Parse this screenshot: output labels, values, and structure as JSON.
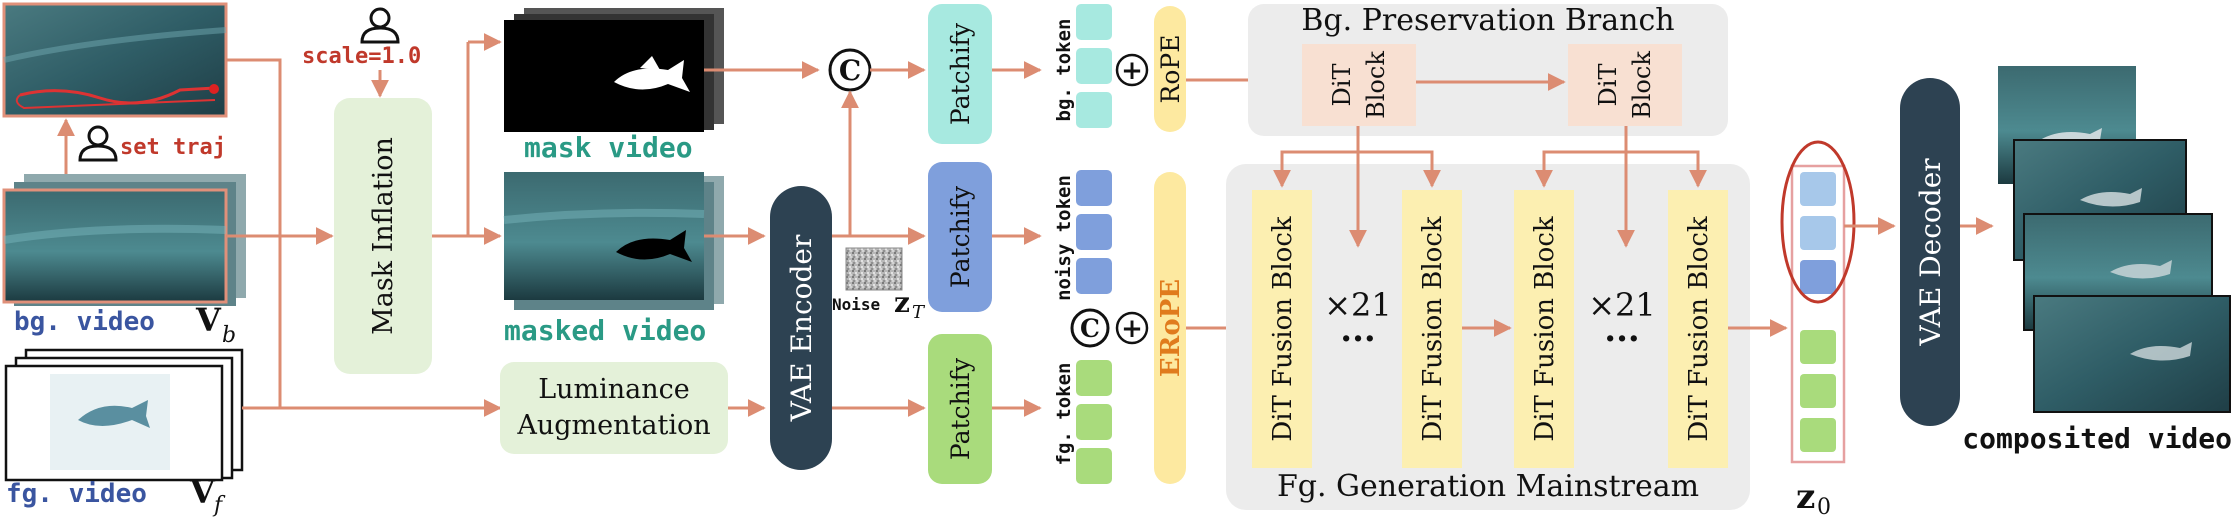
{
  "labels": {
    "bg_video": "bg. video",
    "fg_video": "fg. video",
    "vb_main": "V",
    "vb_sub": "b",
    "vf_main": "V",
    "vf_sub": "f",
    "set_traj": "set traj",
    "scale": "scale=1.0",
    "mask_inflation": "Mask Inflation",
    "mask_video": "mask video",
    "masked_video": "masked video",
    "luminance_1": "Luminance",
    "luminance_2": "Augmentation",
    "vae_encoder": "VAE Encoder",
    "noise": "Noise",
    "z_main": "z",
    "z_sub": "T",
    "patchify": "Patchify",
    "bg_token": "bg. token",
    "noisy_token": "noisy token",
    "fg_token": "fg. token",
    "rope": "RoPE",
    "erope": "ERoPE",
    "bg_branch": "Bg. Preservation Branch",
    "dit_block_1": "DiT",
    "dit_block_2": "Block",
    "dit_fusion": "DiT Fusion Block",
    "times21": "×21",
    "dots": "···",
    "fg_mainstream": "Fg. Generation Mainstream",
    "z0_main": "z",
    "z0_sub": "0",
    "vae_decoder": "VAE Decoder",
    "composited": "composited video",
    "concat": "C",
    "plus": "+"
  },
  "colors": {
    "arrow": "#dc8c72",
    "mint": "#a7e9e0",
    "blue": "#7f9fdc",
    "green": "#a9db7c",
    "yellow": "#fde9a0",
    "peach": "#f8e0d2",
    "fusion": "#fcefb1",
    "gray_panel": "#ececec",
    "navy": "#2d4252",
    "red_accent": "#c0392b",
    "teal_text": "#2a9a85",
    "blue_text": "#3a55a0",
    "inflation_bg": "#e4f1d9"
  }
}
